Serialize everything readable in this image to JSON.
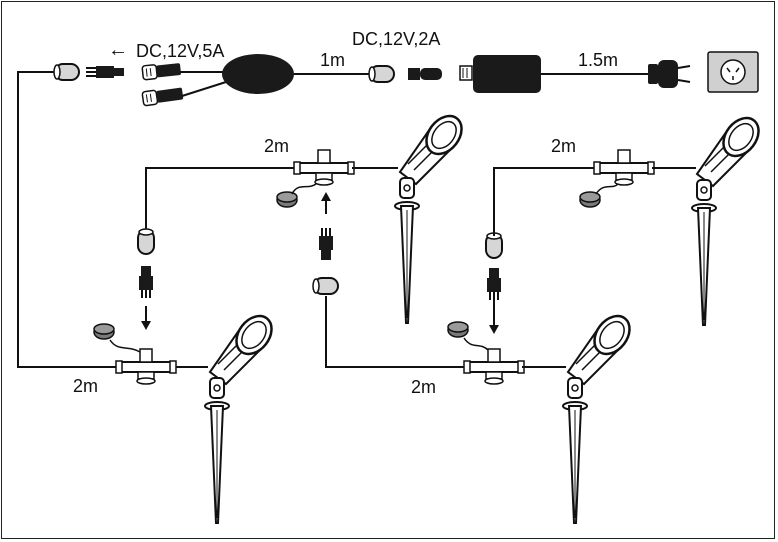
{
  "labels": {
    "output_spec": "DC,12V,5A",
    "input_spec": "DC,12V,2A",
    "cable_1m": "1m",
    "cable_1_5m": "1.5m",
    "cable_2m_top_left": "2m",
    "cable_2m_top_right": "2m",
    "cable_2m_bottom_left": "2m",
    "cable_2m_bottom_mid": "2m"
  },
  "arrow_glyph": "←",
  "colors": {
    "line": "#111111",
    "connector_fill": "#1a1a1a",
    "ring_fill": "#d6d6d6",
    "socket_bg": "#d0d0d0",
    "cap_fill": "#7a7a7a"
  }
}
